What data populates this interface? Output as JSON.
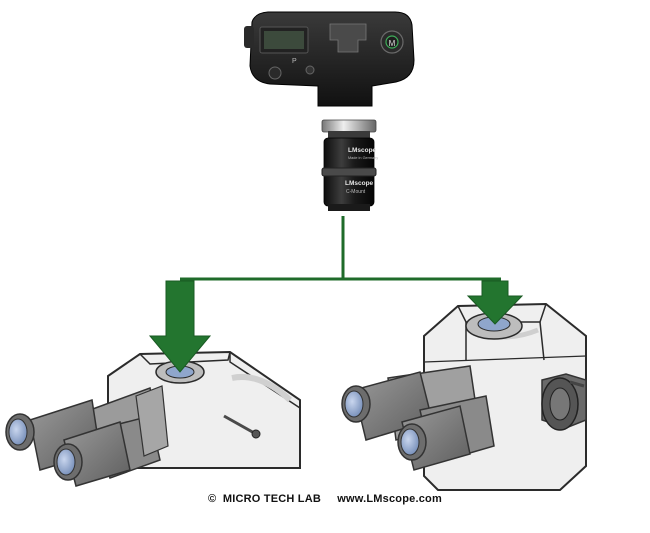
{
  "adapter": {
    "brand": "LMscope",
    "model_line": "Made in Germany",
    "brand_lower": "LMscope",
    "mount": "C-Mount"
  },
  "camera": {
    "mode_label": "P",
    "dial_label": "M"
  },
  "footer": {
    "copyright": "©  MICRO TECH LAB     www.LMscope.com"
  },
  "colors": {
    "connector_green": "#1f6b2a",
    "arrow_green": "#23752f",
    "camera_body": "#1c1c1c",
    "eyepiece_gray": "#7d7d7d",
    "lens_blue": "#8aa2c8"
  },
  "icons": {
    "arrow_left": "down-arrow-icon",
    "arrow_right": "down-arrow-icon"
  }
}
